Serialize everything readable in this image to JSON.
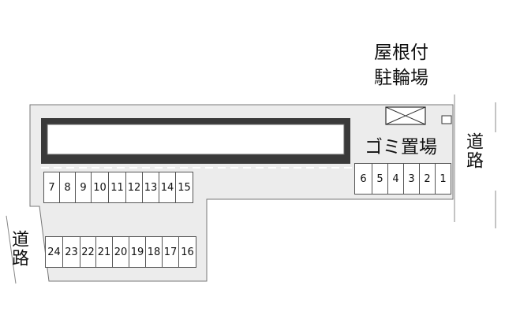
{
  "labels": {
    "bike_shed_line1": "屋根付",
    "bike_shed_line2": "駐輪場",
    "garbage": "ゴミ置場",
    "road_right": "道路",
    "road_left": "道路"
  },
  "parking": {
    "top_left": [
      "7",
      "8",
      "9",
      "10",
      "11",
      "12",
      "13",
      "14",
      "15"
    ],
    "bottom": [
      "24",
      "23",
      "22",
      "21",
      "20",
      "19",
      "18",
      "17",
      "16"
    ],
    "right": [
      "6",
      "5",
      "4",
      "3",
      "2",
      "1"
    ]
  },
  "colors": {
    "lot": "#ececec",
    "building_outer": "#3a3a3a",
    "building_inner": "#ffffff",
    "stall_border": "#555555",
    "line": "#777777"
  }
}
